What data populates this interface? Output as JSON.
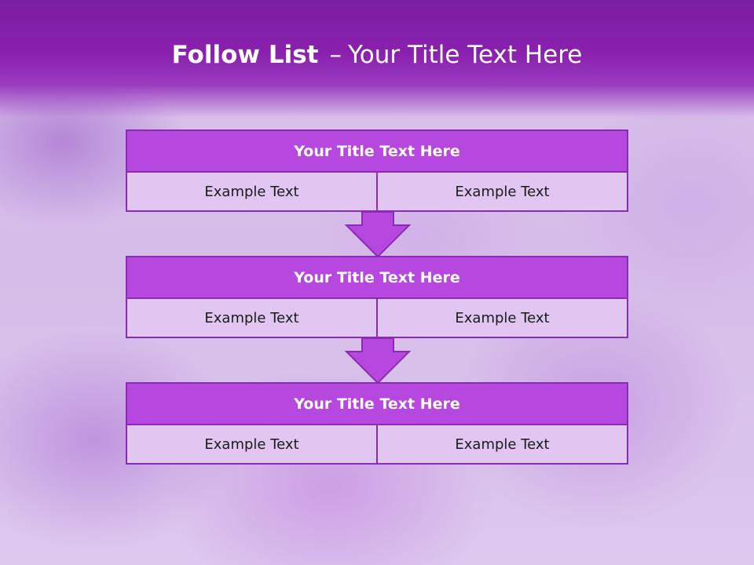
{
  "header": {
    "title_bold": "Follow List",
    "title_separator": "–",
    "title_rest": "Your Title Text Here"
  },
  "colors": {
    "header_purple": "#8a20ae",
    "block_title_fill": "#b748df",
    "block_cell_fill": "#e2c6f2",
    "border_purple": "#8a2bb6",
    "arrow_fill": "#b748df"
  },
  "blocks": [
    {
      "title": "Your Title Text Here",
      "cells": [
        "Example Text",
        "Example Text"
      ]
    },
    {
      "title": "Your Title Text Here",
      "cells": [
        "Example Text",
        "Example Text"
      ]
    },
    {
      "title": "Your Title Text Here",
      "cells": [
        "Example Text",
        "Example Text"
      ]
    }
  ],
  "connectors": [
    "down-arrow-icon",
    "down-arrow-icon"
  ]
}
